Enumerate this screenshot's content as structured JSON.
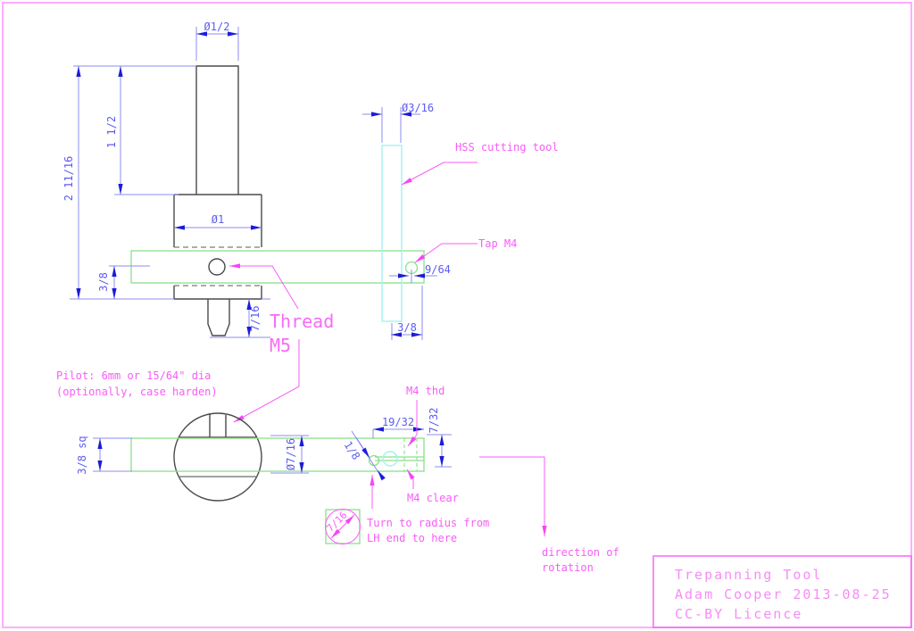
{
  "drawing": {
    "type": "engineering-drawing",
    "units": "inches (fractional) and mm"
  },
  "dims": {
    "shaft_dia": "Ø1/2",
    "shaft_len": "1 1/2",
    "overall_len": "2 11/16",
    "bar_offset": "3/8",
    "body_dia": "Ø1",
    "pilot_len": "7/16",
    "tool_dia": "Ø3/16",
    "tap_offset": "9/64",
    "tool_inset": "3/8",
    "bar_sq": "3/8 sq",
    "turned_dia": "Ø7/16",
    "end_len": "19/32",
    "hole_depth": "7/32",
    "pilot_hole": "1/8",
    "detail_dia": "7/16"
  },
  "labels": {
    "hss": "HSS cutting tool",
    "tap": "Tap M4",
    "thread_line1": "Thread",
    "thread_line2": "M5",
    "pilot_line1": "Pilot: 6mm or 15/64\" dia",
    "pilot_line2": "(optionally, case harden)",
    "m4_thd": "M4 thd",
    "m4_clear": "M4 clear",
    "turn_line1": "Turn to radius from",
    "turn_line2": "LH end to here",
    "dir_line1": "direction of",
    "dir_line2": "rotation"
  },
  "title_block": {
    "line1": "Trepanning Tool",
    "line2": "Adam Cooper 2013-08-25",
    "line3": "CC-BY Licence"
  },
  "colors": {
    "dimension_blue": "#5c5cf0",
    "arrow_blue": "#1c1cd8",
    "annotation_magenta": "#f85cf8",
    "part_green": "#8ae08a",
    "tool_cyan": "#a2f2f2",
    "outline_dark": "#4a4a4a",
    "frame_pink": "#ffadff"
  }
}
